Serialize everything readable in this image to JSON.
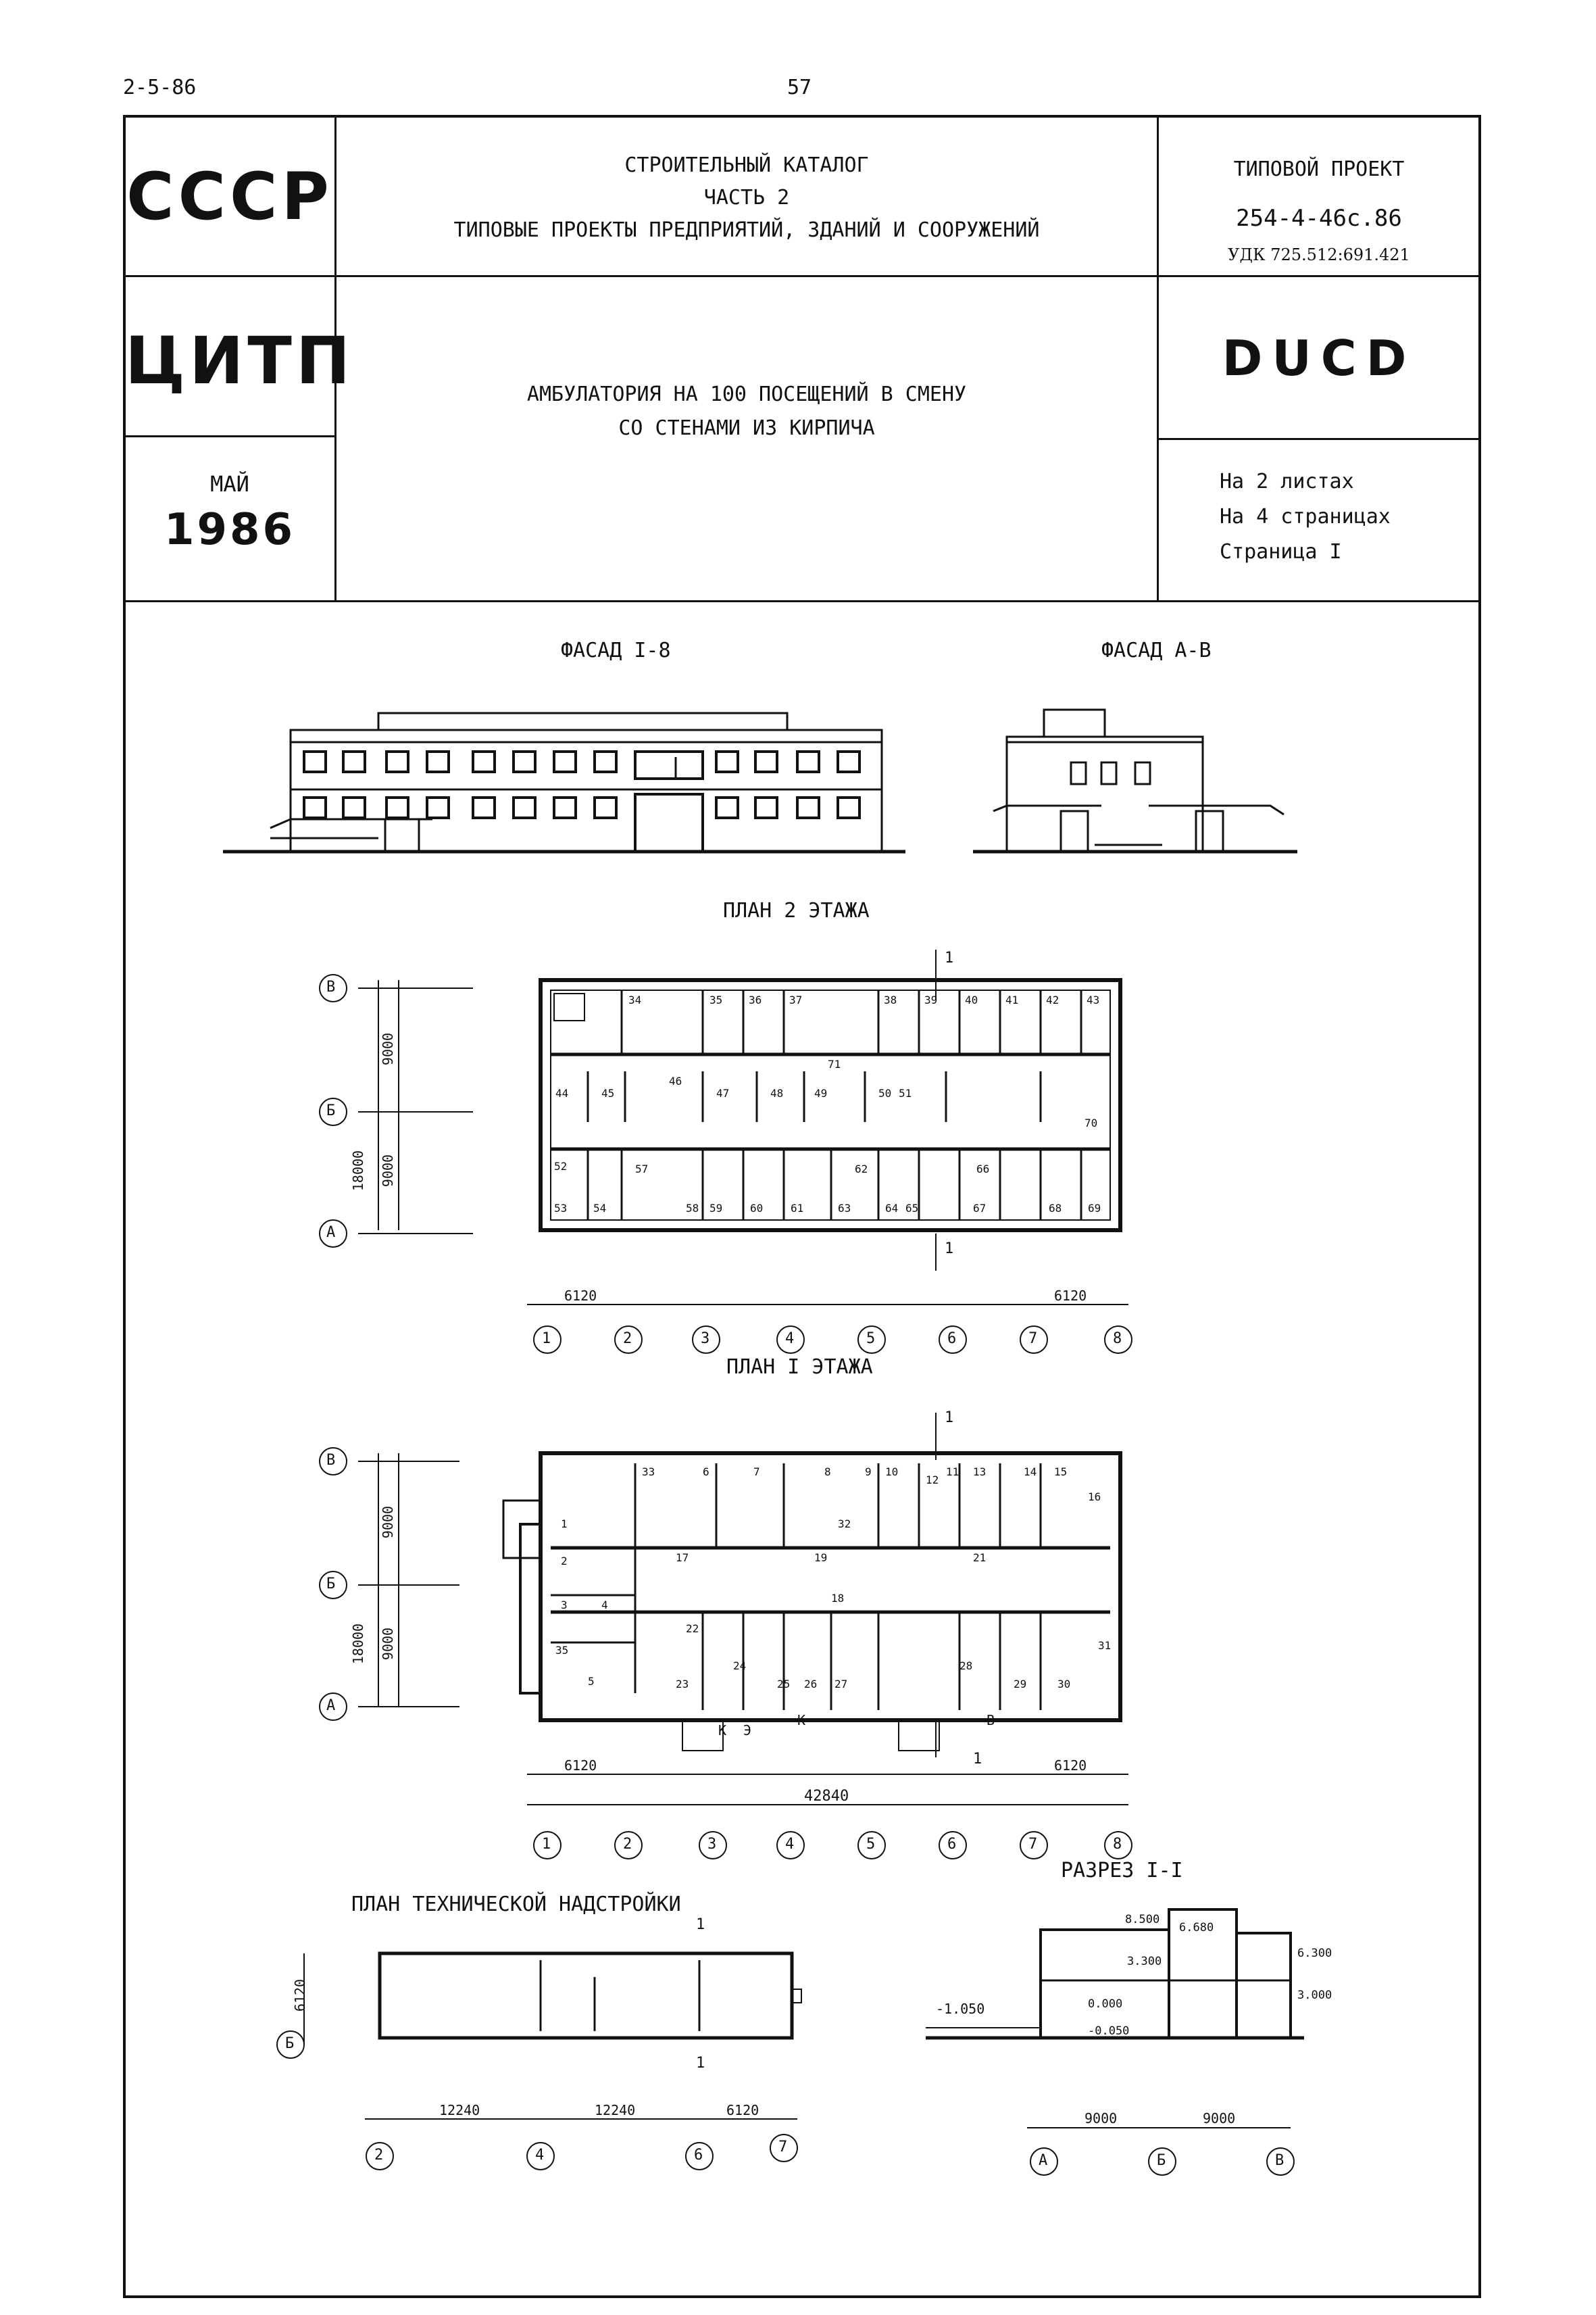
{
  "header": {
    "code": "2-5-86",
    "page": "57"
  },
  "stamp": {
    "org1": "СССР",
    "catalog_line1": "СТРОИТЕЛЬНЫЙ КАТАЛОГ",
    "catalog_line2": "ЧАСТЬ 2",
    "catalog_line3": "ТИПОВЫЕ ПРОЕКТЫ ПРЕДПРИЯТИЙ, ЗДАНИЙ И СООРУЖЕНИЙ",
    "project_label": "ТИПОВОЙ ПРОЕКТ",
    "project_number": "254-4-46с.86",
    "udk": "УДК 725.512:691.421",
    "org2": "ЦИТП",
    "title_line1": "АМБУЛАТОРИЯ НА 100 ПОСЕЩЕНИЙ В СМЕНУ",
    "title_line2": "СО СТЕНАМИ ИЗ КИРПИЧА",
    "mark": "DUCD",
    "month": "МАЙ",
    "year": "1986",
    "sheets": "На 2 листах",
    "pages": "На 4 страницах",
    "page_no": "Страница I"
  },
  "drawings": {
    "facade1_title": "ФАСАД I-8",
    "facade2_title": "ФАСАД А-В",
    "plan2_title": "ПЛАН 2 ЭТАЖА",
    "plan1_title": "ПЛАН I ЭТАЖА",
    "tech_title": "ПЛАН ТЕХНИЧЕСКОЙ НАДСТРОЙКИ",
    "section_title": "РАЗРЕЗ I-I",
    "axis_rows": [
      "А",
      "Б",
      "В"
    ],
    "axis_cols": [
      "1",
      "2",
      "3",
      "4",
      "5",
      "6",
      "7",
      "8"
    ],
    "dim_9000": "9000",
    "dim_18000": "18000",
    "dim_6120": "6120",
    "dim_12240": "12240",
    "dim_42840": "42840",
    "ditto": "\"",
    "cut_mark": "1",
    "plan2_rooms": [
      "34",
      "35",
      "36",
      "37",
      "38",
      "39",
      "40",
      "41",
      "42",
      "43",
      "44",
      "45",
      "46",
      "47",
      "48",
      "49",
      "50",
      "51",
      "52",
      "53",
      "54",
      "57",
      "58",
      "59",
      "60",
      "61",
      "62",
      "63",
      "64",
      "65",
      "66",
      "67",
      "68",
      "69",
      "70",
      "71"
    ],
    "plan1_rooms": [
      "1",
      "2",
      "3",
      "4",
      "5",
      "6",
      "7",
      "8",
      "9",
      "10",
      "11",
      "12",
      "13",
      "14",
      "15",
      "16",
      "17",
      "18",
      "19",
      "21",
      "22",
      "23",
      "24",
      "25",
      "26",
      "27",
      "28",
      "29",
      "30",
      "31",
      "32",
      "33",
      "35"
    ],
    "section_levels": [
      "8.500",
      "6.680",
      "6.300",
      "3.300",
      "3.000",
      "0.000",
      "-0.050",
      "-1.050"
    ],
    "entrance_labels": [
      "К",
      "Э",
      "В"
    ]
  }
}
